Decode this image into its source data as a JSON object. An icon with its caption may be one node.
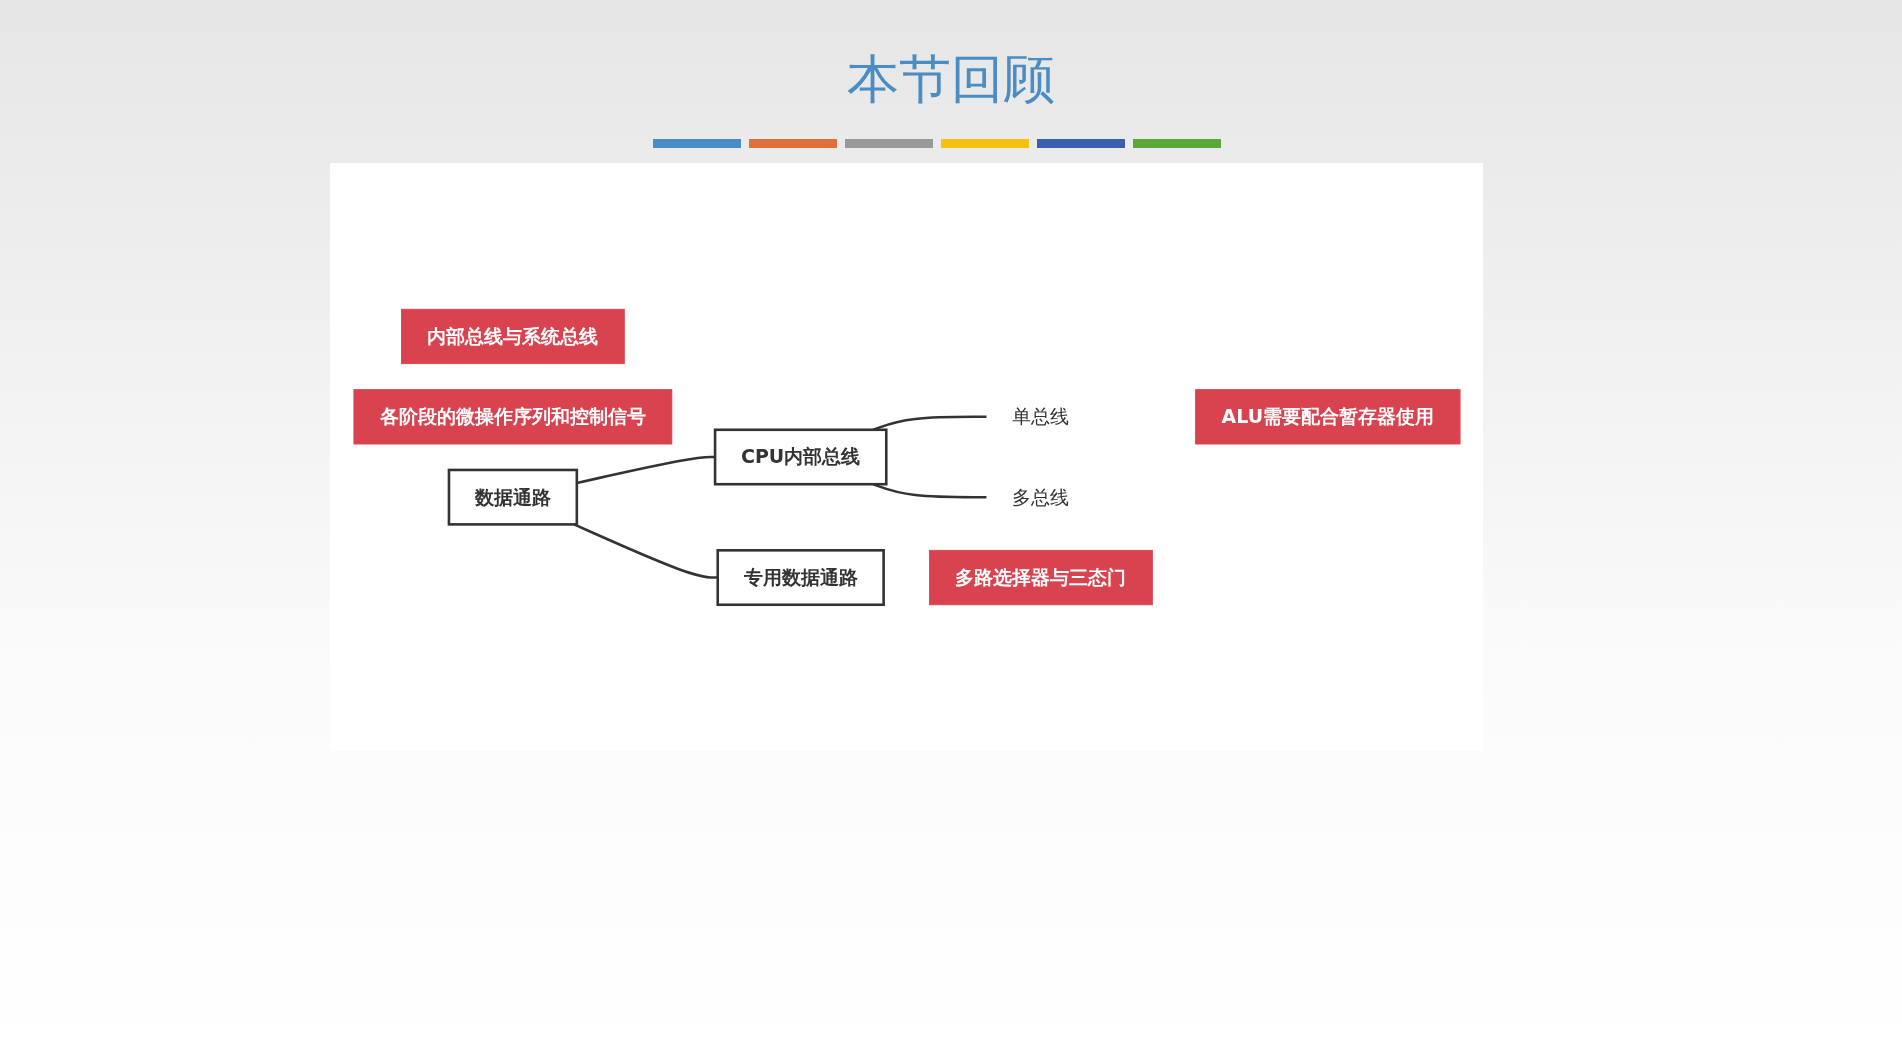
{
  "diagram": {
    "title": "本节回顾",
    "nodes": [
      {
        "text": [
          "内部总线与系统总线"
        ]
      },
      {
        "text": [
          "各阶段的微操作序列和控制信号"
        ]
      },
      {
        "text": [
          "数据通路"
        ]
      },
      {
        "text": [
          "CPU内部总线"
        ]
      },
      {
        "text": [
          "专用数据通路"
        ]
      },
      {
        "text": [
          "单总线"
        ]
      },
      {
        "text": [
          "多总线"
        ]
      },
      {
        "text": [
          "ALU需要配合暂存器使用"
        ]
      },
      {
        "text": [
          "多路选择器与三态门"
        ]
      }
    ],
    "edges": [
      {
        "from": 2,
        "to": 3,
        "arrow": "none"
      },
      {
        "from": 2,
        "to": 4,
        "arrow": "none"
      },
      {
        "from": 3,
        "to": 5,
        "arrow": "none"
      },
      {
        "from": 3,
        "to": 6,
        "arrow": "none"
      }
    ]
  }
}
